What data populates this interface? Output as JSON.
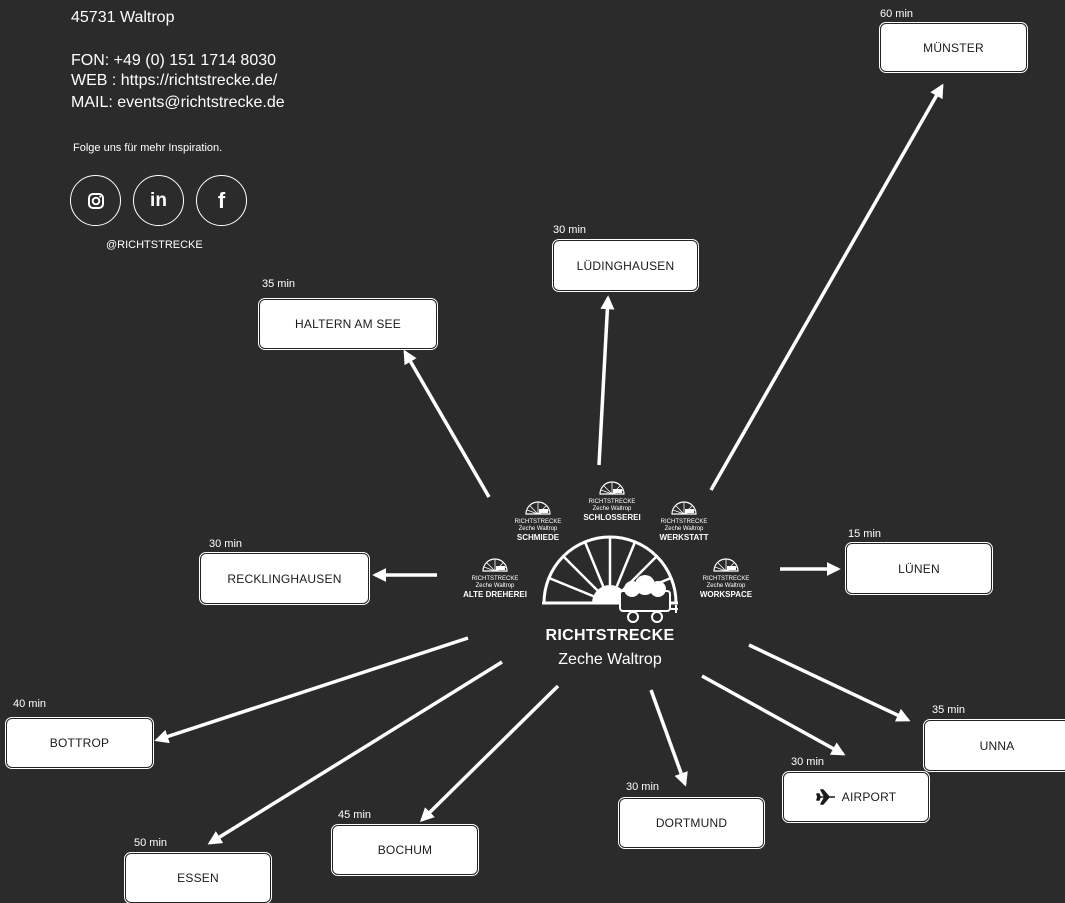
{
  "contact": {
    "address": "45731 Waltrop",
    "phone": "FON: +49 (0) 151 1714 8030",
    "web": "WEB : https://richtstrecke.de/",
    "mail": "MAIL: events@richtstrecke.de"
  },
  "social": {
    "follow_text": "Folge uns für mehr Inspiration.",
    "icons": [
      "instagram-icon",
      "linkedin-icon",
      "facebook-icon"
    ],
    "linkedin_glyph": "in",
    "facebook_glyph": "f",
    "handle": "@RICHTSTRECKE"
  },
  "center": {
    "title": "RICHTSTRECKE",
    "subtitle": "Zeche Waltrop"
  },
  "venues": [
    {
      "brand": "RICHTSTRECKE",
      "sub": "Zeche Waltrop",
      "name": "SCHMIEDE"
    },
    {
      "brand": "RICHTSTRECKE",
      "sub": "Zeche Waltrop",
      "name": "SCHLOSSEREI"
    },
    {
      "brand": "RICHTSTRECKE",
      "sub": "Zeche Waltrop",
      "name": "WERKSTATT"
    },
    {
      "brand": "RICHTSTRECKE",
      "sub": "Zeche Waltrop",
      "name": "ALTE DREHEREI"
    },
    {
      "brand": "RICHTSTRECKE",
      "sub": "Zeche Waltrop",
      "name": "WORKSPACE"
    }
  ],
  "destinations": [
    {
      "name": "MÜNSTER",
      "time": "60 min"
    },
    {
      "name": "LÜDINGHAUSEN",
      "time": "30 min"
    },
    {
      "name": "HALTERN AM SEE",
      "time": "35 min"
    },
    {
      "name": "RECKLINGHAUSEN",
      "time": "30 min"
    },
    {
      "name": "LÜNEN",
      "time": "15 min"
    },
    {
      "name": "BOTTROP",
      "time": "40 min"
    },
    {
      "name": "UNNA",
      "time": "35 min"
    },
    {
      "name": "AIRPORT",
      "time": "30 min"
    },
    {
      "name": "DORTMUND",
      "time": "30 min"
    },
    {
      "name": "BOCHUM",
      "time": "45 min"
    },
    {
      "name": "ESSEN",
      "time": "50 min"
    }
  ]
}
